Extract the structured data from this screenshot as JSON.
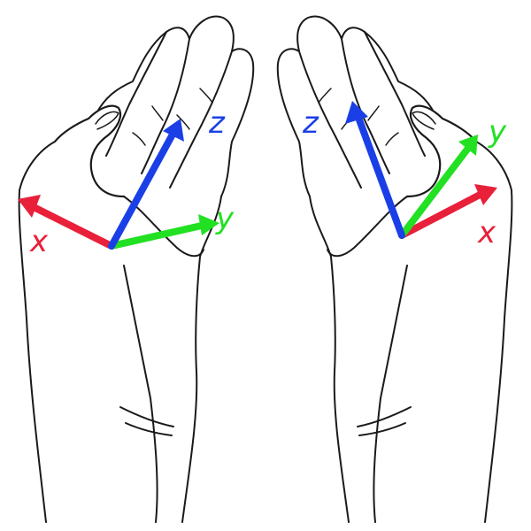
{
  "hands": [
    {
      "side": "left",
      "axes": {
        "x": {
          "label": "x",
          "color": "#e8203a"
        },
        "y": {
          "label": "y",
          "color": "#22e022"
        },
        "z": {
          "label": "z",
          "color": "#1a3fe6"
        }
      }
    },
    {
      "side": "right",
      "axes": {
        "x": {
          "label": "x",
          "color": "#e8203a"
        },
        "y": {
          "label": "y",
          "color": "#22e022"
        },
        "z": {
          "label": "z",
          "color": "#1a3fe6"
        }
      }
    }
  ]
}
